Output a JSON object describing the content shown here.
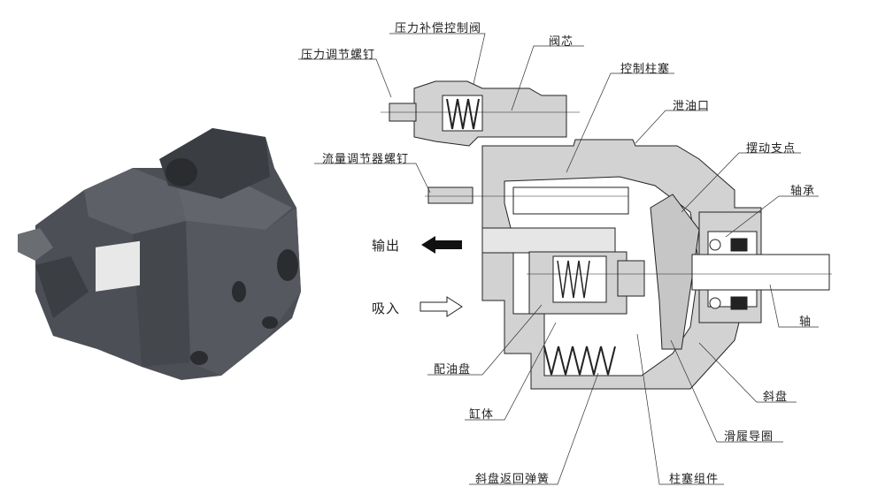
{
  "labels": {
    "pressure_comp_valve": "压力补偿控制阀",
    "spool": "阀芯",
    "pressure_adjust_screw": "压力调节螺钉",
    "control_piston": "控制柱塞",
    "drain_port": "泄油口",
    "pivot": "摆动支点",
    "flow_adjust_screw": "流量调节器螺钉",
    "bearing": "轴承",
    "outlet": "输出",
    "inlet": "吸入",
    "shaft": "轴",
    "valve_plate": "配油盘",
    "swash_plate": "斜盘",
    "cylinder_block": "缸体",
    "shoe_retainer": "滑履导圈",
    "swash_return_spring": "斜盘返回弹簧",
    "piston_assembly": "柱塞组件"
  },
  "colors": {
    "body": "#d2d2d2",
    "pump_photo": "#4a4d52",
    "line": "#222222"
  }
}
